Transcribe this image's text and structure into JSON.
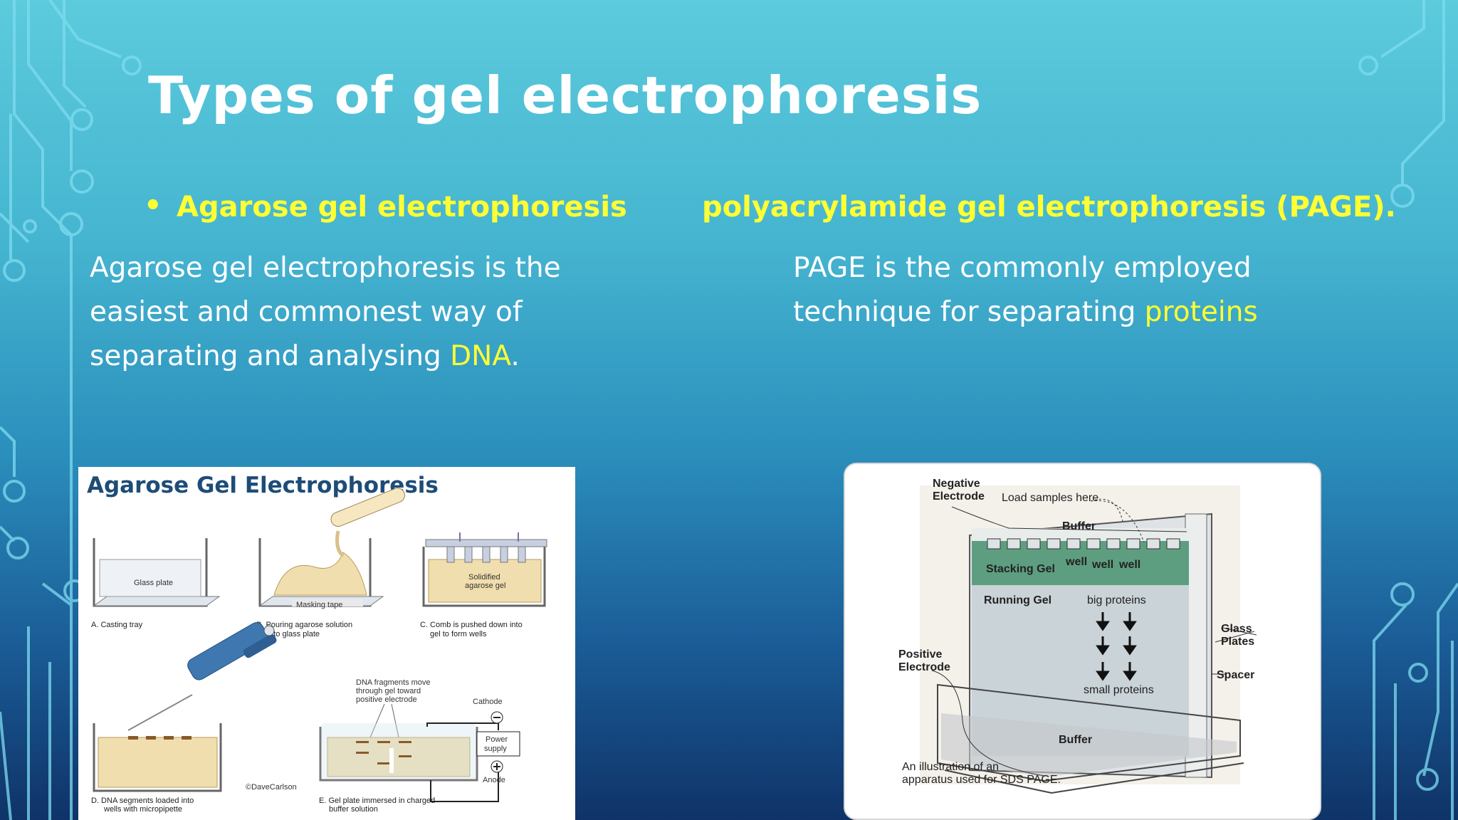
{
  "slide": {
    "title": "Types of gel electrophoresis",
    "left": {
      "bullet": "•",
      "heading": "Agarose gel electrophoresis",
      "body_prefix": "Agarose gel electrophoresis is the easiest and commonest way of separating and analysing ",
      "body_highlight": "DNA",
      "body_suffix": "."
    },
    "right": {
      "heading": "polyacrylamide gel electrophoresis (PAGE).",
      "body_prefix": "PAGE is the commonly employed technique for separating ",
      "body_highlight": "proteins"
    }
  },
  "agarose_figure": {
    "title": "Agarose Gel Electrophoresis",
    "labels": {
      "glass_plate": "Glass plate",
      "masking_tape": "Masking tape",
      "solidified_1": "Solidified",
      "solidified_2": "agarose gel",
      "dna_move_1": "DNA fragments move",
      "dna_move_2": "through gel toward",
      "dna_move_3": "positive electrode",
      "cathode": "Cathode",
      "power_1": "Power",
      "power_2": "supply",
      "anode": "Anode",
      "credit": "©DaveCarlson"
    },
    "captions": {
      "a": "A. Casting tray",
      "b1": "B. Pouring agarose solution",
      "b2": "onto glass plate",
      "c1": "C. Comb is pushed down into",
      "c2": "gel to form wells",
      "d1": "D. DNA segments loaded into",
      "d2": "wells with micropipette",
      "e1": "E. Gel plate immersed in charged",
      "e2": "buffer solution"
    }
  },
  "page_figure": {
    "labels": {
      "negative_1": "Negative",
      "negative_2": "Electrode",
      "load_samples": "Load samples here",
      "buffer_top": "Buffer",
      "stacking_gel": "Stacking Gel",
      "well": "well",
      "running_gel": "Running Gel",
      "big_proteins": "big proteins",
      "small_proteins": "small proteins",
      "glass_1": "Glass",
      "glass_2": "Plates",
      "spacer": "Spacer",
      "positive_1": "Positive",
      "positive_2": "Electrode",
      "buffer_bottom": "Buffer",
      "caption_1": "An illustration of an",
      "caption_2": "apparatus used for SDS PAGE."
    }
  },
  "colors": {
    "accent_yellow": "#ffff33",
    "title_white": "#ffffff",
    "stacking_gel_green": "#5e9e80"
  }
}
